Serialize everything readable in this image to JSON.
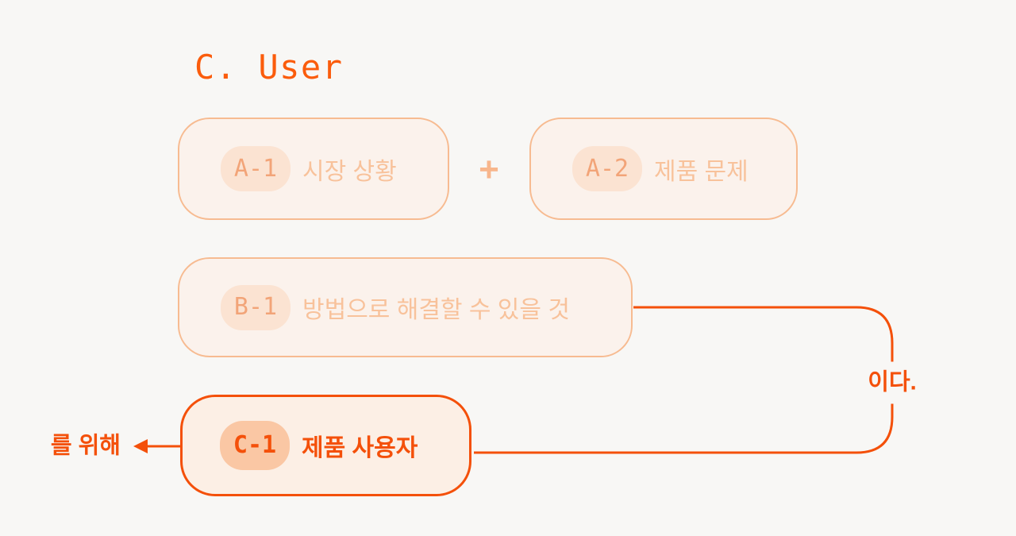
{
  "title": "C. User",
  "diagram": {
    "row_a": {
      "box_a1": {
        "badge": "A-1",
        "label": "시장 상황"
      },
      "plus": "+",
      "box_a2": {
        "badge": "A-2",
        "label": "제품 문제"
      }
    },
    "row_b": {
      "box_b1": {
        "badge": "B-1",
        "label": "방법으로 해결할 수 있을 것"
      }
    },
    "row_c": {
      "box_c1": {
        "badge": "C-1",
        "label": "제품 사용자"
      },
      "left_annotation": "를 위해",
      "right_annotation": "이다."
    }
  },
  "colors": {
    "background": "#F8F7F5",
    "accent": "#F4500A",
    "title": "#FB5C0C",
    "muted_border": "#F7BB91",
    "muted_fill": "#FBF2EC",
    "badge_fill": "#FBE3D2",
    "badge_text": "#F2A478",
    "label_text": "#F8C29B",
    "plus": "#F8B68C",
    "active_fill": "#FCEFE5",
    "active_badge_fill": "#FAC7A4"
  }
}
